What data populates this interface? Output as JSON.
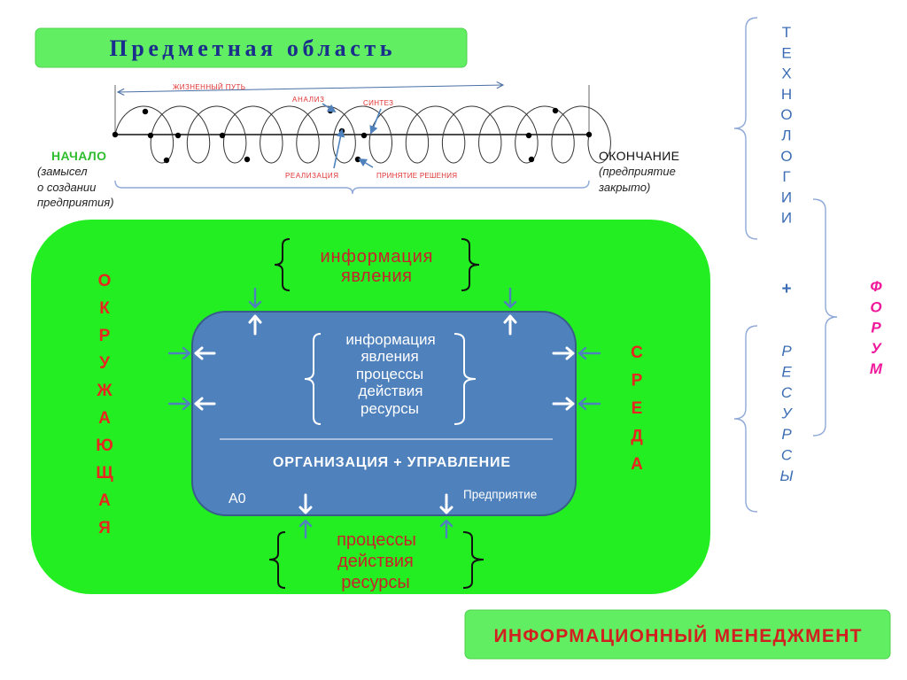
{
  "subject_area": {
    "title": "Предметная область"
  },
  "lifecycle": {
    "path_label": "ЖИЗНЕННЫЙ ПУТЬ",
    "stage_labels": {
      "analysis": "АНАЛИЗ",
      "synthesis": "СИНТЕЗ",
      "implementation": "РЕАЛИЗАЦИЯ",
      "decision": "ПРИНЯТИЕ РЕШЕНИЯ"
    },
    "start": {
      "title": "НАЧАЛО",
      "note": [
        "(замысел",
        "о создании",
        "предприятия)"
      ]
    },
    "end": {
      "title": "ОКОНЧАНИЕ",
      "note": [
        "(предприятие",
        "закрыто)"
      ]
    }
  },
  "environment": {
    "left_word": "ОКРУЖАЮЩАЯ",
    "right_word": "СРЕДА",
    "top_inputs": [
      "информация",
      "явления"
    ],
    "bottom_outputs": [
      "процессы",
      "действия",
      "ресурсы"
    ]
  },
  "enterprise": {
    "contents": [
      "информация",
      "явления",
      "процессы",
      "действия",
      "ресурсы"
    ],
    "function": "ОРГАНИЗАЦИЯ + УПРАВЛЕНИЕ",
    "node": "A0",
    "label": "Предприятие"
  },
  "forum": {
    "technologies": "ТЕХНОЛОГИИ",
    "plus": "+",
    "resources": "РЕСУРСЫ",
    "title": "ФОРУМ"
  },
  "footer": {
    "title": "ИНФОРМАЦИОННЫЙ МЕНЕДЖМЕНТ"
  },
  "colors": {
    "header_box": "#62EE62",
    "environment": "#22EE22",
    "enterprise": "#4F81BD",
    "label_red": "#C8232A",
    "start_green": "#2EBD2E",
    "technology_blue": "#3C6DB4",
    "forum_magenta": "#F0189B",
    "footer_box": "#62EE62"
  }
}
